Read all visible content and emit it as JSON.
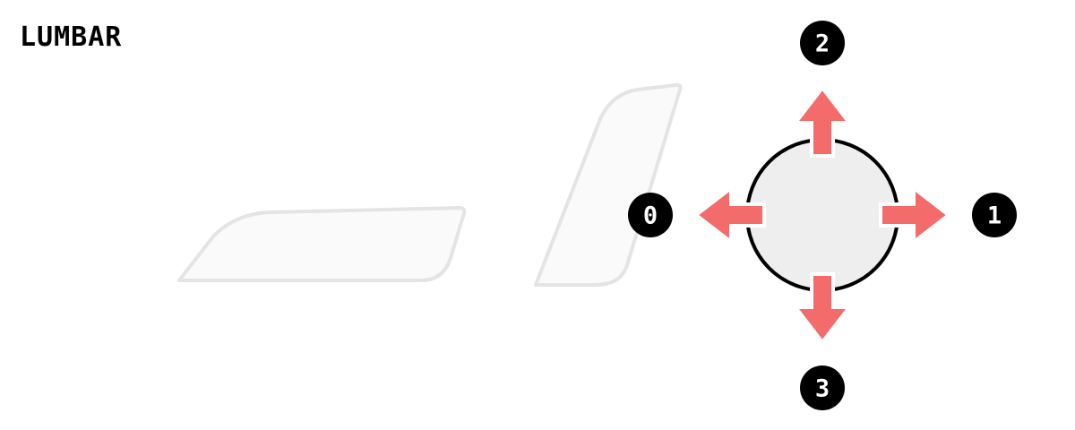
{
  "title": "LUMBAR",
  "colors": {
    "arrow": "#f36b6b",
    "joystick_fill": "#eeeeee",
    "seat_fill": "#fafafa",
    "seat_stroke": "#e4e4e4",
    "badge": "#000000",
    "badge_text": "#ffffff"
  },
  "directions": {
    "left": {
      "label": "0"
    },
    "right": {
      "label": "1"
    },
    "up": {
      "label": "2"
    },
    "down": {
      "label": "3"
    }
  }
}
